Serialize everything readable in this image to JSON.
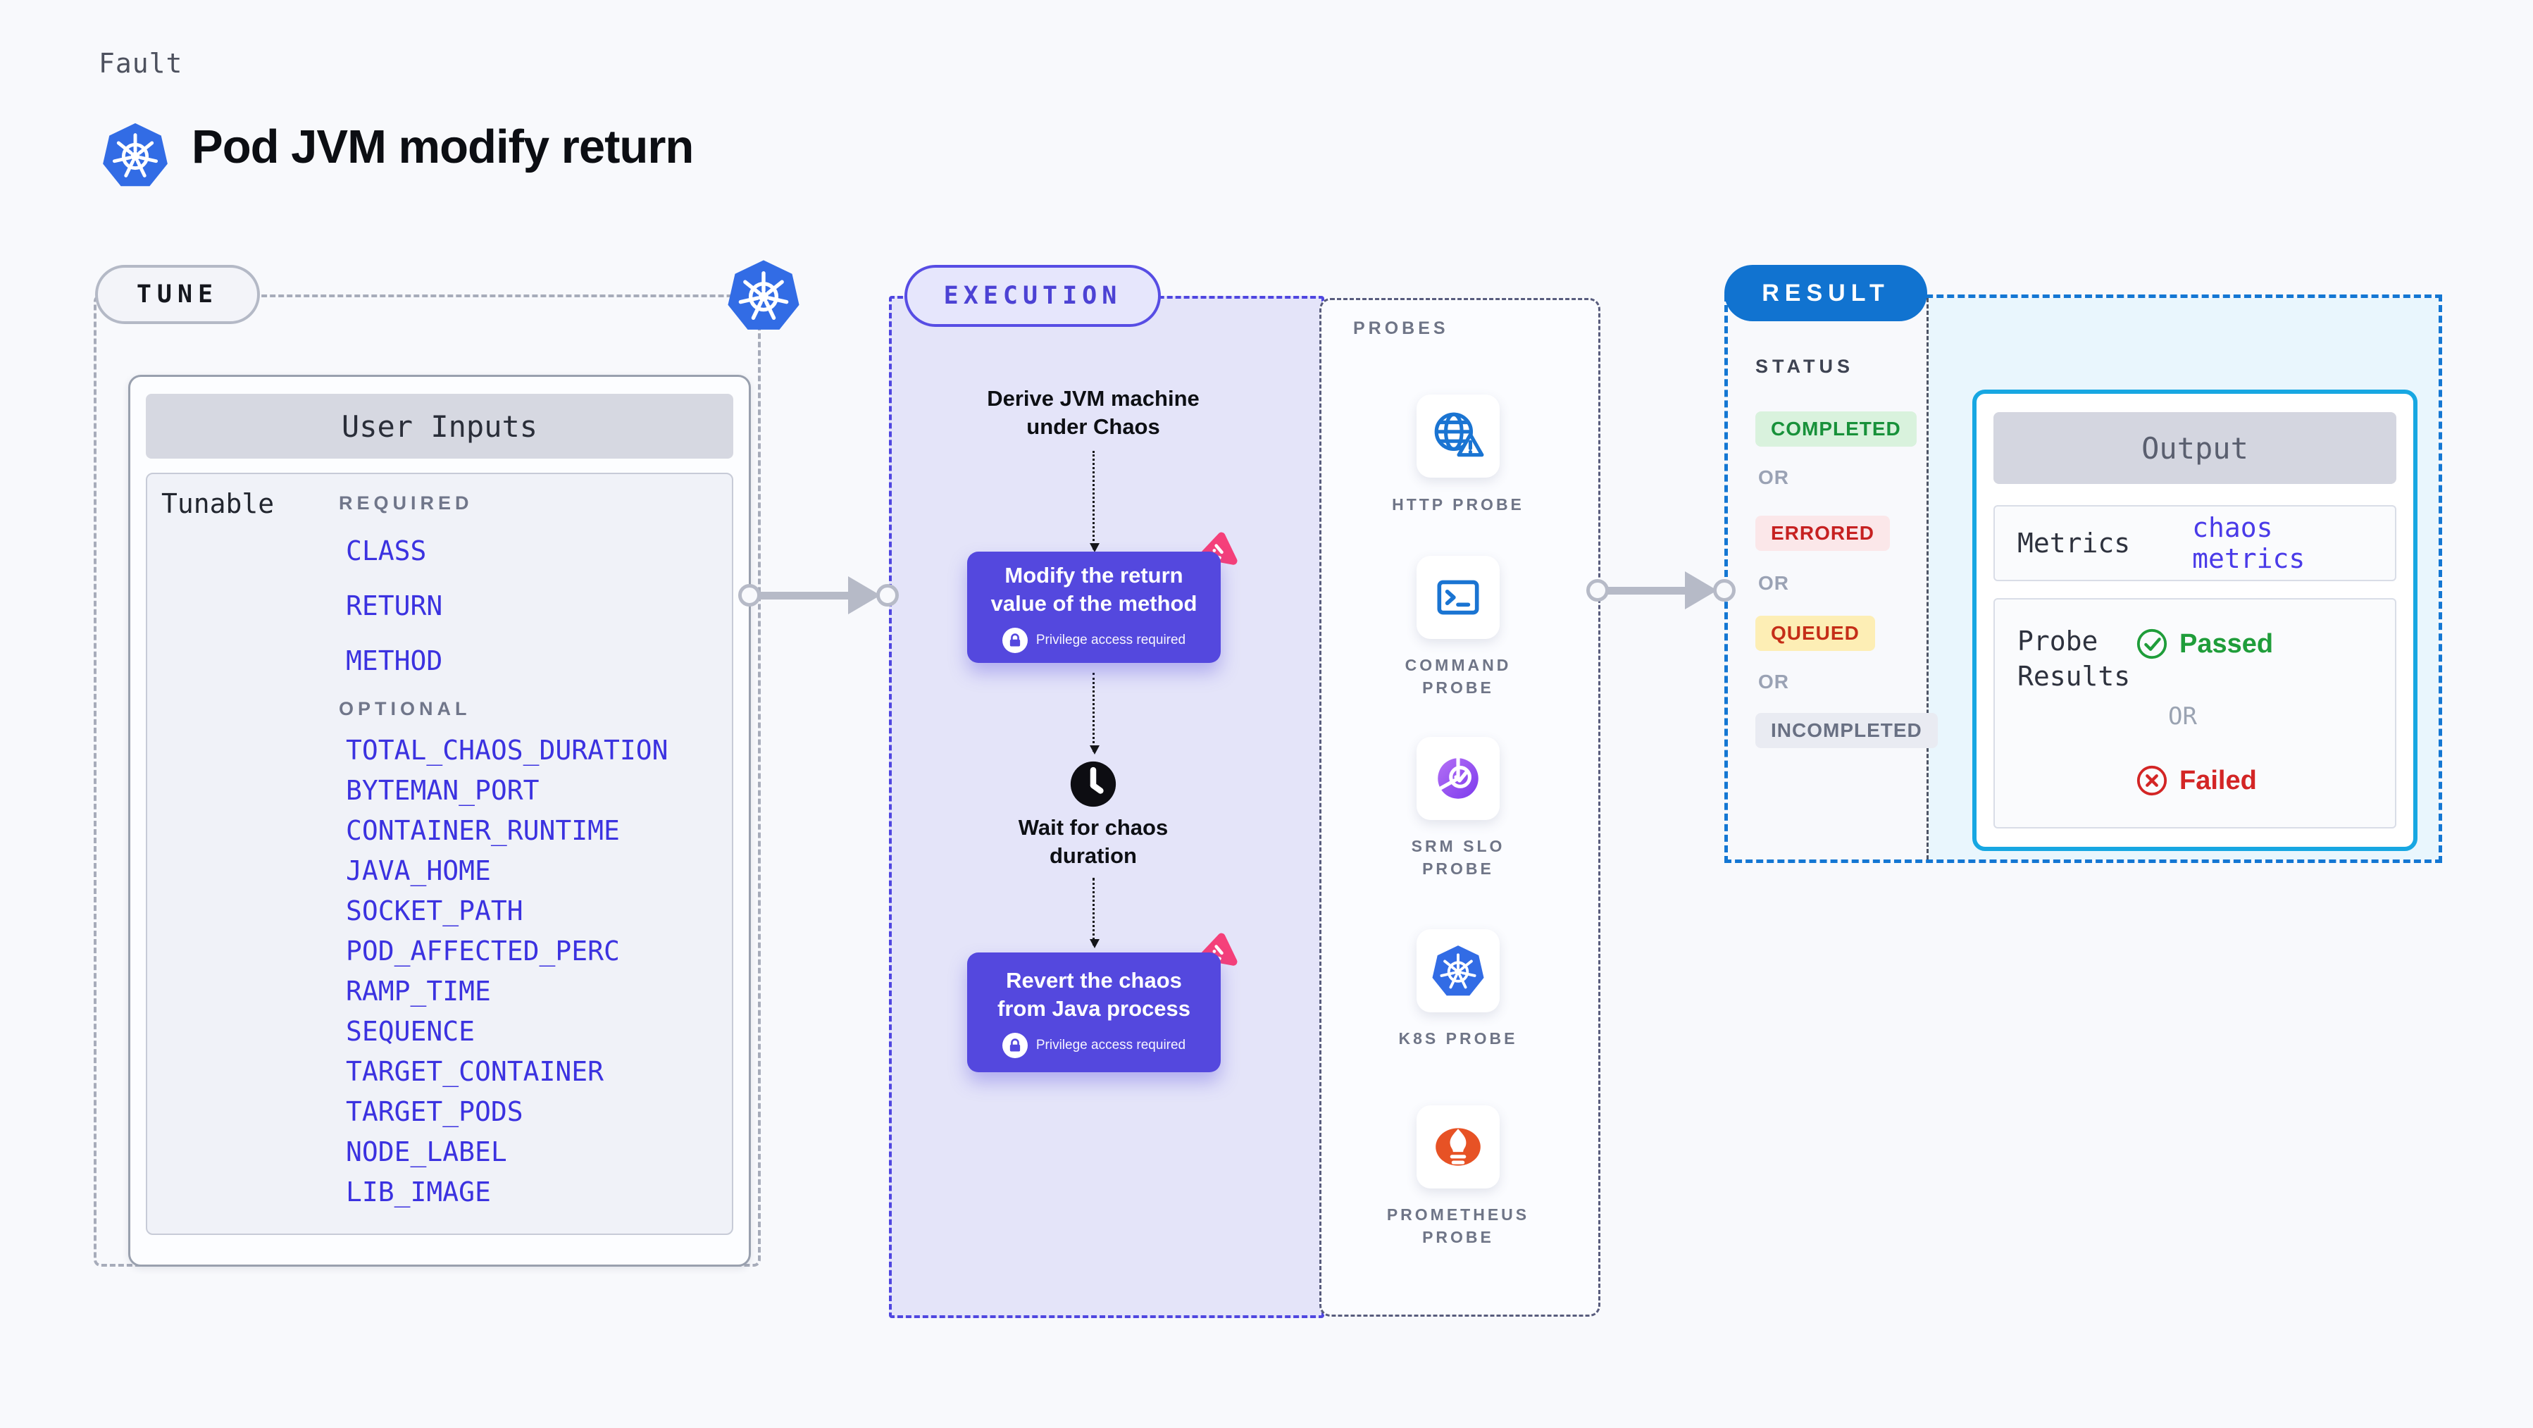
{
  "page": {
    "kicker": "Fault",
    "title": "Pod JVM modify return"
  },
  "tune": {
    "pill": "TUNE",
    "card_title": "User Inputs",
    "row_label": "Tunable",
    "required_label": "REQUIRED",
    "required_items": [
      "CLASS",
      "RETURN",
      "METHOD"
    ],
    "optional_label": "OPTIONAL",
    "optional_items": [
      "TOTAL_CHAOS_DURATION",
      "BYTEMAN_PORT",
      "CONTAINER_RUNTIME",
      "JAVA_HOME",
      "SOCKET_PATH",
      "POD_AFFECTED_PERC",
      "RAMP_TIME",
      "SEQUENCE",
      "TARGET_CONTAINER",
      "TARGET_PODS",
      "NODE_LABEL",
      "LIB_IMAGE"
    ]
  },
  "execution": {
    "pill": "EXECUTION",
    "derive_line1": "Derive JVM machine",
    "derive_line2": "under Chaos",
    "step1_line1": "Modify the return",
    "step1_line2": "value of the method",
    "privilege_note": "Privilege access required",
    "wait_line1": "Wait for chaos",
    "wait_line2": "duration",
    "step2_line1": "Revert the chaos",
    "step2_line2": "from Java process"
  },
  "probes": {
    "heading": "PROBES",
    "items": [
      {
        "label": "HTTP PROBE",
        "icon": "globe-alert-icon"
      },
      {
        "label": "COMMAND PROBE",
        "icon": "terminal-icon"
      },
      {
        "label": "SRM SLO PROBE",
        "icon": "slo-pie-check-icon"
      },
      {
        "label": "K8S PROBE",
        "icon": "kubernetes-icon"
      },
      {
        "label": "PROMETHEUS PROBE",
        "icon": "prometheus-flame-icon"
      }
    ]
  },
  "result": {
    "pill": "RESULT",
    "status_heading": "STATUS",
    "or": "OR",
    "statuses": [
      {
        "label": "COMPLETED",
        "fg": "#18913a",
        "bg": "#d9f2dd"
      },
      {
        "label": "ERRORED",
        "fg": "#c62121",
        "bg": "#fbe7e9"
      },
      {
        "label": "QUEUED",
        "fg": "#c52e18",
        "bg": "#fdeeb5"
      },
      {
        "label": "INCOMPLETED",
        "fg": "#697083",
        "bg": "#e9ebf2"
      }
    ],
    "output": {
      "title": "Output",
      "metrics_label": "Metrics",
      "metrics_value": "chaos metrics",
      "probe_results_label": "Probe Results",
      "passed": "Passed",
      "or": "OR",
      "failed": "Failed"
    }
  },
  "colors": {
    "page_bg": "#f8f9fc",
    "k8s_blue": "#326ce5",
    "accent_indigo": "#5448de",
    "lavender_bg": "#e4e4f9",
    "link_indigo": "#3b32e0",
    "probe_icon_blue": "#1a74d2",
    "prometheus_orange": "#e75225",
    "chaos_pink": "#f5407a",
    "result_blue": "#1477d3",
    "output_border_cyan": "#17a7e2",
    "result_bg_cyan": "#e9f6fd",
    "passed_green": "#1f9d3a",
    "failed_red": "#d32525"
  }
}
